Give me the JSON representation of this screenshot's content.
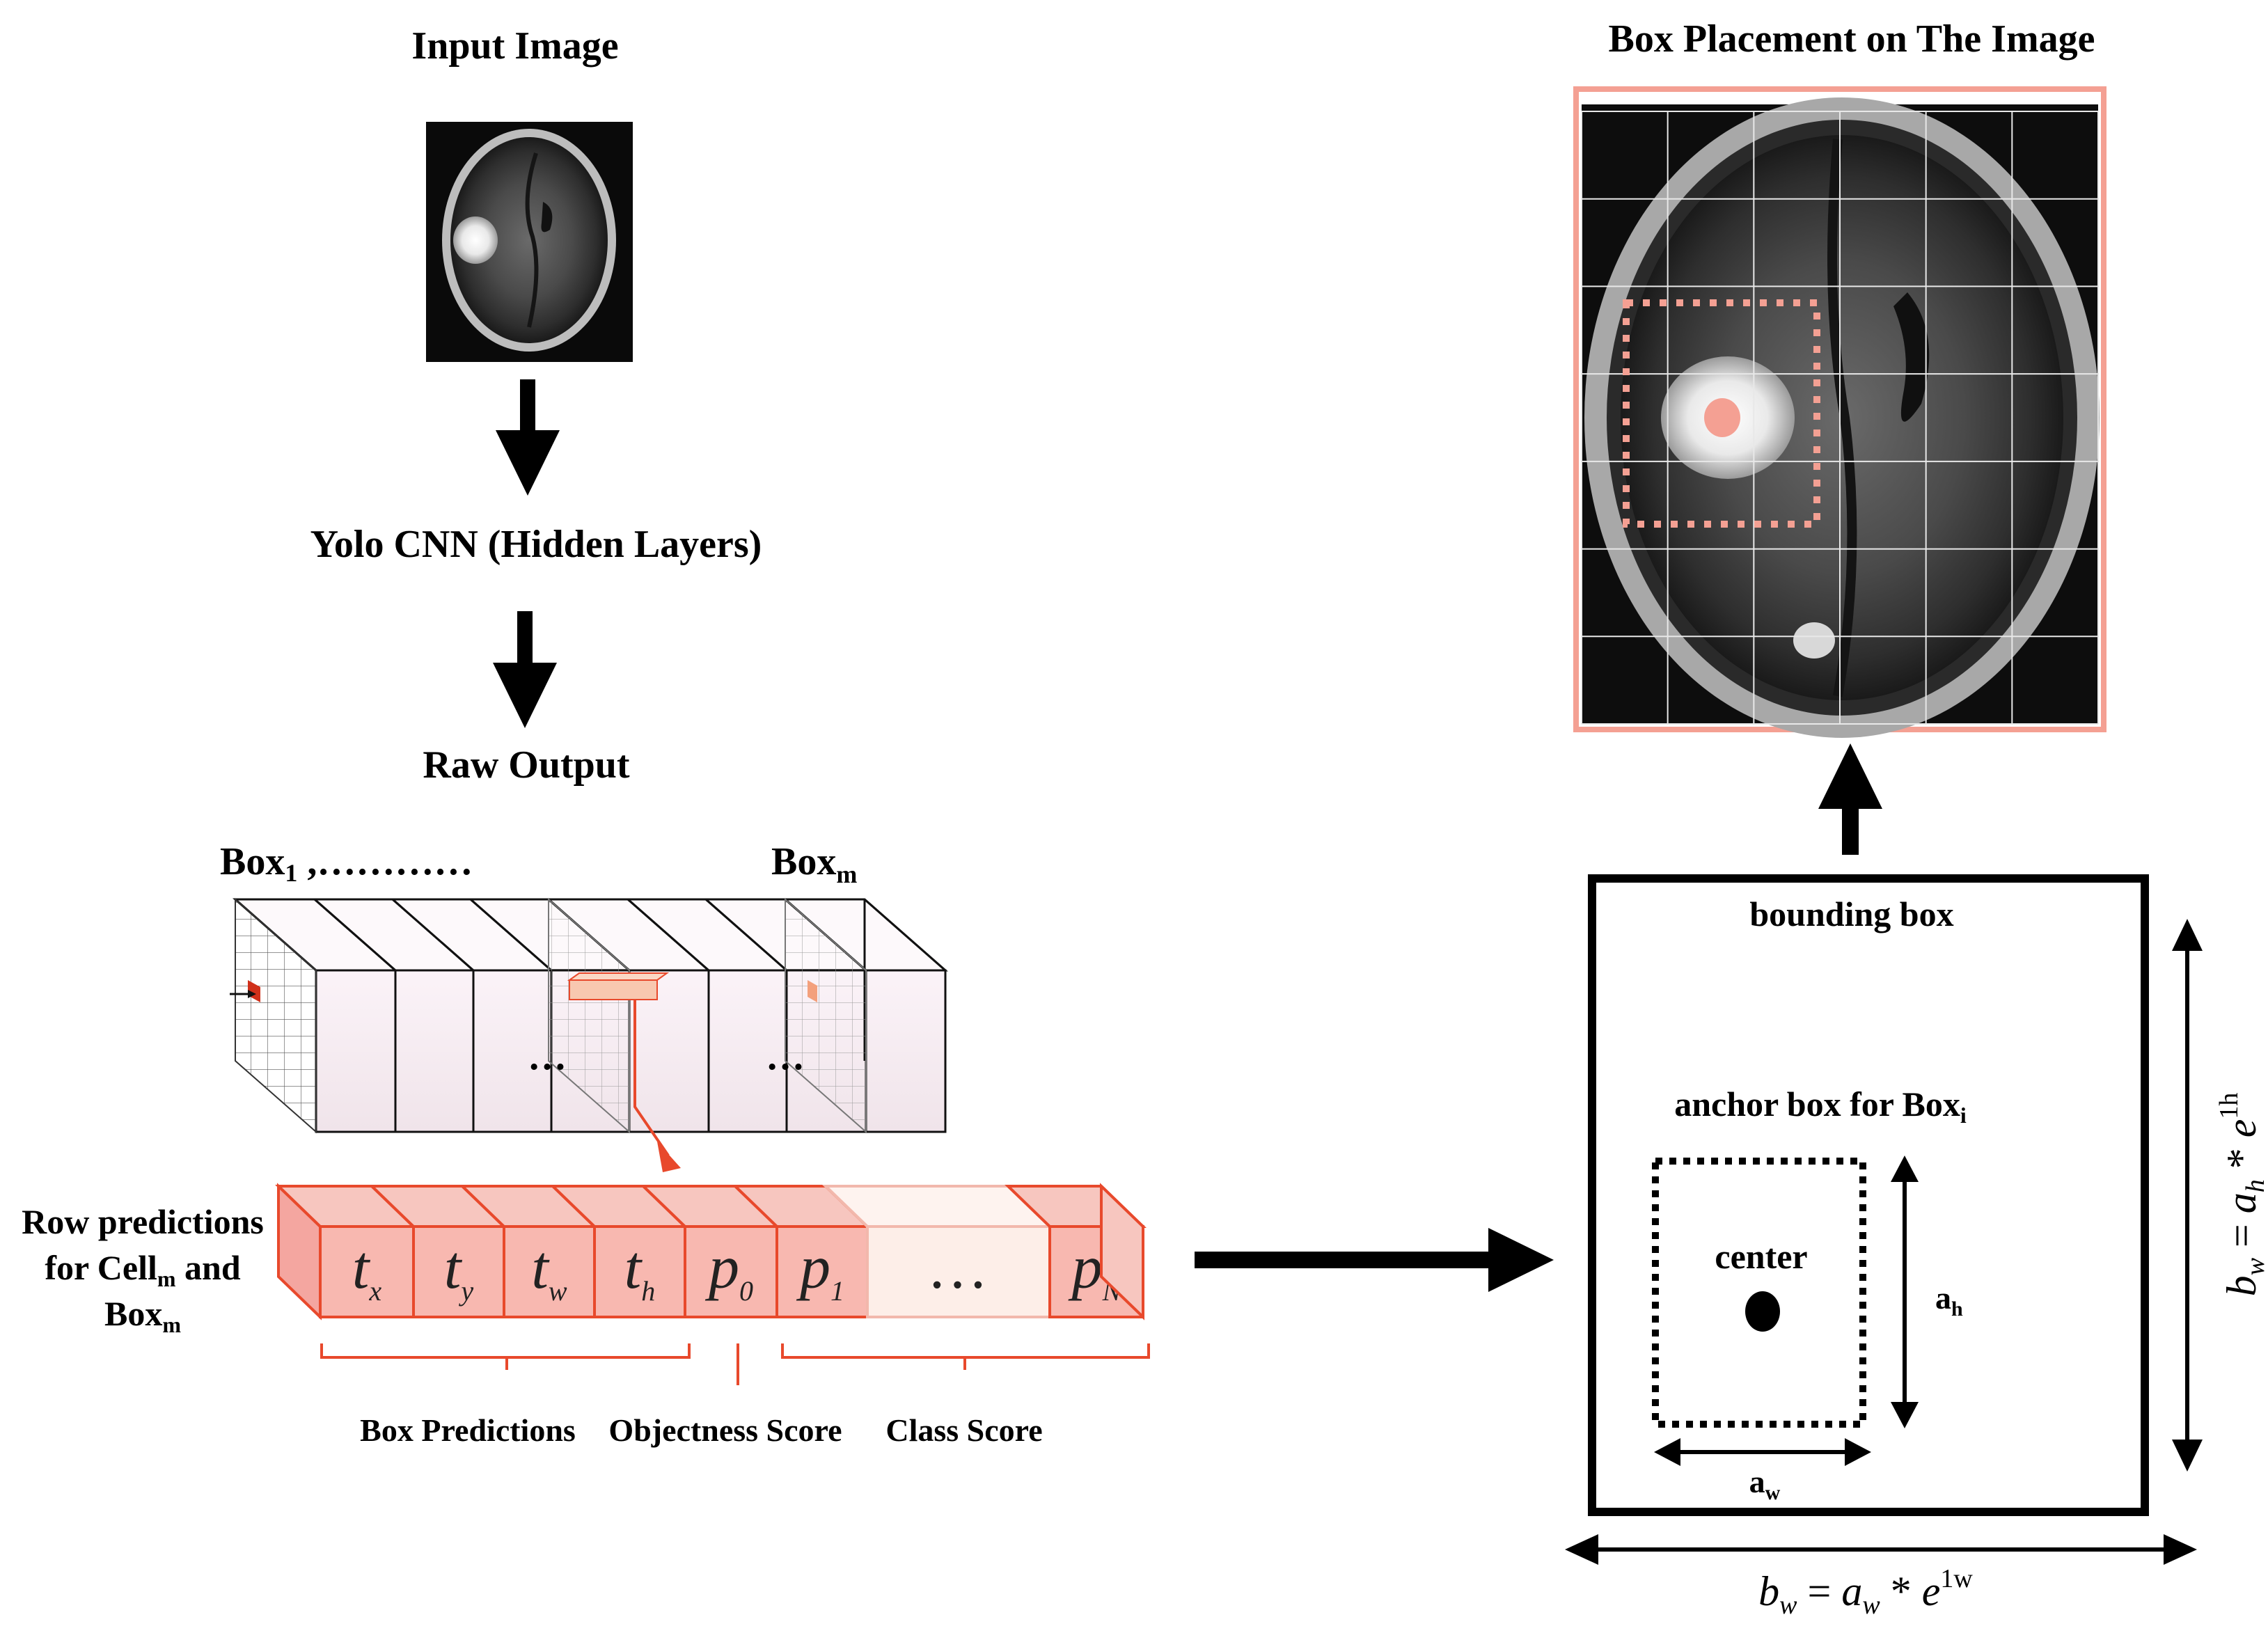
{
  "titles": {
    "input_image": "Input Image",
    "yolo_cnn": "Yolo CNN (Hidden Layers)",
    "raw_output": "Raw Output",
    "box_placement": "Box Placement on The Image"
  },
  "raw_output": {
    "box_first_base": "Box",
    "box_first_sub": "1",
    "box_first_dots": " ,…………",
    "box_last_base": "Box",
    "box_last_sub": "m",
    "ellipsis": "…"
  },
  "row_predictions": {
    "line1": "Row predictions",
    "line2_a": "for Cell",
    "line2_sub": "m",
    "line2_b": " and",
    "line3_base": "Box",
    "line3_sub": "m"
  },
  "vector_cells": [
    {
      "base": "t",
      "sub": "x"
    },
    {
      "base": "t",
      "sub": "y"
    },
    {
      "base": "t",
      "sub": "w"
    },
    {
      "base": "t",
      "sub": "h"
    },
    {
      "base": "p",
      "sub": "0"
    },
    {
      "base": "p",
      "sub": "1"
    },
    {
      "base": "…",
      "sub": ""
    },
    {
      "base": "p",
      "sub": "N"
    }
  ],
  "groups": {
    "box_predictions": "Box Predictions",
    "objectness_score": "Objectness Score",
    "class_score": "Class Score"
  },
  "bounding": {
    "title": "bounding box",
    "anchor_base": "anchor box for Box",
    "anchor_sub": "i",
    "center": "center",
    "ah_base": "a",
    "ah_sub": "h",
    "aw_base": "a",
    "aw_sub": "w",
    "formula_bottom": {
      "lhs_base": "b",
      "lhs_sub": "w",
      "eq": " = ",
      "a_base": "a",
      "a_sub": "w",
      "times": " * ",
      "e": "e",
      "sup": "1w"
    },
    "formula_right": {
      "lhs_base": "b",
      "lhs_sub": "w",
      "eq": " = ",
      "a_base": "a",
      "a_sub": "h",
      "times": " * ",
      "e": "e",
      "sup": "1h"
    }
  },
  "colors": {
    "accent_red": "#e8492c",
    "box_pink": "#f4a093",
    "mri_dark": "#1b1b1b"
  }
}
